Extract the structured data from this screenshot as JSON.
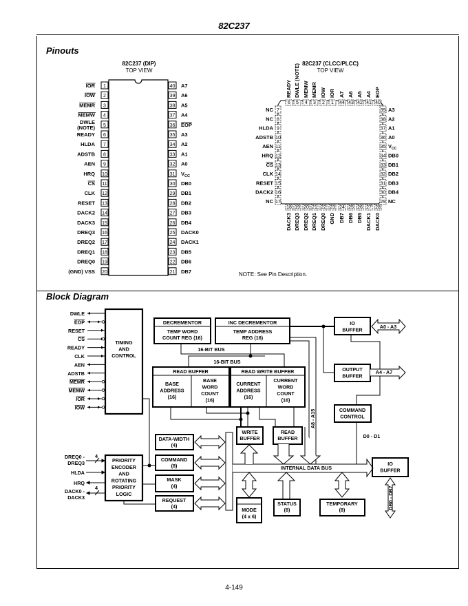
{
  "header": {
    "title": "82C237"
  },
  "sections": {
    "pinouts": "Pinouts",
    "block_diagram": "Block Diagram"
  },
  "dip": {
    "title": "82C237 (DIP)",
    "subtitle": "TOP VIEW",
    "left_pins": [
      {
        "num": "1",
        "name": "IOR",
        "bar": true
      },
      {
        "num": "2",
        "name": "IOW",
        "bar": true
      },
      {
        "num": "3",
        "name": "MEMR",
        "bar": true
      },
      {
        "num": "4",
        "name": "MEMW",
        "bar": true
      },
      {
        "num": "5",
        "name": "DWLE",
        "name2": "(NOTE)",
        "bar": false
      },
      {
        "num": "6",
        "name": "READY",
        "bar": false
      },
      {
        "num": "7",
        "name": "HLDA",
        "bar": false
      },
      {
        "num": "8",
        "name": "ADSTB",
        "bar": false
      },
      {
        "num": "9",
        "name": "AEN",
        "bar": false
      },
      {
        "num": "10",
        "name": "HRQ",
        "bar": false
      },
      {
        "num": "11",
        "name": "CS",
        "bar": true
      },
      {
        "num": "12",
        "name": "CLK",
        "bar": false
      },
      {
        "num": "13",
        "name": "RESET",
        "bar": false
      },
      {
        "num": "14",
        "name": "DACK2",
        "bar": false
      },
      {
        "num": "15",
        "name": "DACK3",
        "bar": false
      },
      {
        "num": "16",
        "name": "DREQ3",
        "bar": false
      },
      {
        "num": "17",
        "name": "DREQ2",
        "bar": false
      },
      {
        "num": "18",
        "name": "DREQ1",
        "bar": false
      },
      {
        "num": "19",
        "name": "DREQ0",
        "bar": false
      },
      {
        "num": "20",
        "name": "(GND) VSS",
        "bar": false
      }
    ],
    "right_pins": [
      {
        "num": "40",
        "name": "A7",
        "bar": false
      },
      {
        "num": "39",
        "name": "A6",
        "bar": false
      },
      {
        "num": "38",
        "name": "A5",
        "bar": false
      },
      {
        "num": "37",
        "name": "A4",
        "bar": false
      },
      {
        "num": "36",
        "name": "EOP",
        "bar": true
      },
      {
        "num": "35",
        "name": "A3",
        "bar": false
      },
      {
        "num": "34",
        "name": "A2",
        "bar": false
      },
      {
        "num": "33",
        "name": "A1",
        "bar": false
      },
      {
        "num": "32",
        "name": "A0",
        "bar": false
      },
      {
        "num": "31",
        "name": "VCC",
        "bar": false
      },
      {
        "num": "30",
        "name": "DB0",
        "bar": false
      },
      {
        "num": "29",
        "name": "DB1",
        "bar": false
      },
      {
        "num": "28",
        "name": "DB2",
        "bar": false
      },
      {
        "num": "27",
        "name": "DB3",
        "bar": false
      },
      {
        "num": "26",
        "name": "DB4",
        "bar": false
      },
      {
        "num": "25",
        "name": "DACK0",
        "bar": false
      },
      {
        "num": "24",
        "name": "DACK1",
        "bar": false
      },
      {
        "num": "23",
        "name": "DB5",
        "bar": false
      },
      {
        "num": "22",
        "name": "DB6",
        "bar": false
      },
      {
        "num": "21",
        "name": "DB7",
        "bar": false
      }
    ]
  },
  "plcc": {
    "title": "82C237 (CLCC/PLCC)",
    "subtitle": "TOP VIEW",
    "top_pins": [
      {
        "num": "6",
        "name": "READY",
        "bar": false
      },
      {
        "num": "5",
        "name": "DWLE (NOTE)",
        "bar": false
      },
      {
        "num": "4",
        "name": "MEMW",
        "bar": true
      },
      {
        "num": "3",
        "name": "MEMR",
        "bar": true
      },
      {
        "num": "2",
        "name": "IOW",
        "bar": true
      },
      {
        "num": "1",
        "name": "IOR",
        "bar": true
      },
      {
        "num": "44",
        "name": "A7",
        "bar": false
      },
      {
        "num": "43",
        "name": "A6",
        "bar": false
      },
      {
        "num": "42",
        "name": "A5",
        "bar": false
      },
      {
        "num": "41",
        "name": "A4",
        "bar": false
      },
      {
        "num": "40",
        "name": "EOP",
        "bar": true
      }
    ],
    "left_pins": [
      {
        "num": "7",
        "name": "NC",
        "bar": false
      },
      {
        "num": "8",
        "name": "NC",
        "bar": false
      },
      {
        "num": "9",
        "name": "HLDA",
        "bar": false
      },
      {
        "num": "10",
        "name": "ADSTB",
        "bar": false
      },
      {
        "num": "11",
        "name": "AEN",
        "bar": false
      },
      {
        "num": "12",
        "name": "HRQ",
        "bar": false
      },
      {
        "num": "13",
        "name": "CS",
        "bar": true
      },
      {
        "num": "14",
        "name": "CLK",
        "bar": false
      },
      {
        "num": "15",
        "name": "RESET",
        "bar": false
      },
      {
        "num": "16",
        "name": "DACK2",
        "bar": false
      },
      {
        "num": "17",
        "name": "NC",
        "bar": false
      }
    ],
    "right_pins": [
      {
        "num": "39",
        "name": "A3",
        "bar": false
      },
      {
        "num": "38",
        "name": "A2",
        "bar": false
      },
      {
        "num": "37",
        "name": "A1",
        "bar": false
      },
      {
        "num": "36",
        "name": "A0",
        "bar": false
      },
      {
        "num": "35",
        "name": "VCC",
        "bar": false
      },
      {
        "num": "34",
        "name": "DB0",
        "bar": false
      },
      {
        "num": "33",
        "name": "DB1",
        "bar": false
      },
      {
        "num": "32",
        "name": "DB2",
        "bar": false
      },
      {
        "num": "31",
        "name": "DB3",
        "bar": false
      },
      {
        "num": "30",
        "name": "DB4",
        "bar": false
      },
      {
        "num": "29",
        "name": "NC",
        "bar": false
      }
    ],
    "bottom_pins": [
      {
        "num": "18",
        "name": "DACK3",
        "bar": false
      },
      {
        "num": "19",
        "name": "DREQ3",
        "bar": false
      },
      {
        "num": "20",
        "name": "DREQ2",
        "bar": false
      },
      {
        "num": "21",
        "name": "DREQ1",
        "bar": false
      },
      {
        "num": "22",
        "name": "DREQ0",
        "bar": false
      },
      {
        "num": "23",
        "name": "GND",
        "bar": false
      },
      {
        "num": "24",
        "name": "DB7",
        "bar": false
      },
      {
        "num": "25",
        "name": "DB6",
        "bar": false
      },
      {
        "num": "26",
        "name": "DB5",
        "bar": false
      },
      {
        "num": "27",
        "name": "DACK1",
        "bar": false
      },
      {
        "num": "28",
        "name": "DACK0",
        "bar": false
      }
    ],
    "note": "NOTE:  See Pin Description."
  },
  "block": {
    "timing_signals": [
      {
        "name": "DWLE",
        "bar": false,
        "dir": "out"
      },
      {
        "name": "EOP",
        "bar": true,
        "dir": "bi"
      },
      {
        "name": "RESET",
        "bar": false,
        "dir": "in"
      },
      {
        "name": "CS",
        "bar": true,
        "dir": "in"
      },
      {
        "name": "READY",
        "bar": false,
        "dir": "in"
      },
      {
        "name": "CLK",
        "bar": false,
        "dir": "in"
      },
      {
        "name": "AEN",
        "bar": false,
        "dir": "out"
      },
      {
        "name": "ADSTB",
        "bar": false,
        "dir": "out"
      },
      {
        "name": "MEMR",
        "bar": true,
        "dir": "outbar"
      },
      {
        "name": "MEMW",
        "bar": true,
        "dir": "outbar"
      },
      {
        "name": "IOR",
        "bar": true,
        "dir": "bi"
      },
      {
        "name": "IOW",
        "bar": true,
        "dir": "bi"
      }
    ],
    "timing_block": [
      "TIMING",
      "AND",
      "CONTROL"
    ],
    "decrementor": "DECREMENTOR",
    "temp_word": [
      "TEMP WORD",
      "COUNT REG (16)"
    ],
    "inc_decrementor": "INC DECREMENTOR",
    "temp_address": [
      "TEMP ADDRESS",
      "REG (16)"
    ],
    "bus_16_a": "16-BIT BUS",
    "bus_16_b": "16-BIT BUS",
    "read_buffer": "READ BUFFER",
    "base_address": [
      "BASE",
      "ADDRESS",
      "(16)"
    ],
    "base_word_count": [
      "BASE",
      "WORD",
      "COUNT",
      "(16)"
    ],
    "read_write_buffer": "READ WRITE BUFFER",
    "current_address": [
      "CURRENT",
      "ADDRESS",
      "(16)"
    ],
    "current_word_count": [
      "CURRENT",
      "WORD",
      "COUNT",
      "(16)"
    ],
    "io_buffer_top": [
      "IO",
      "BUFFER"
    ],
    "a0_a3": "A0 - A3",
    "output_buffer": [
      "OUTPUT",
      "BUFFER"
    ],
    "a4_a7": "A4 - A7",
    "a8_a15": "A8 - A15",
    "command_control": [
      "COMMAND",
      "CONTROL"
    ],
    "d0_d1": "D0 - D1",
    "write_buffer": [
      "WRITE",
      "BUFFER"
    ],
    "read_buffer2": [
      "READ",
      "BUFFER"
    ],
    "data_width": [
      "DATA-WIDTH",
      "(4)"
    ],
    "command": [
      "COMMAND",
      "(8)"
    ],
    "mask": [
      "MASK",
      "(4)"
    ],
    "request": [
      "REQUEST",
      "(4)"
    ],
    "priority": [
      "PRIORITY",
      "ENCODER",
      "AND",
      "ROTATING",
      "PRIORITY",
      "LOGIC"
    ],
    "dreq": [
      "DREQ0 -",
      "DREQ3"
    ],
    "hlda": "HLDA",
    "hrq": "HRQ",
    "dack": [
      "DACK0 -",
      "DACK3"
    ],
    "bus_width": "4",
    "internal_data_bus": "INTERNAL DATA BUS",
    "io_buffer_bottom": [
      "IO",
      "BUFFER"
    ],
    "db0_db7": "DB0 - DB7",
    "mode": [
      "MODE",
      "(4 x 6)"
    ],
    "status": [
      "STATUS",
      "(8)"
    ],
    "temporary": [
      "TEMPORARY",
      "(8)"
    ]
  },
  "footer": {
    "page_number": "4-149"
  }
}
